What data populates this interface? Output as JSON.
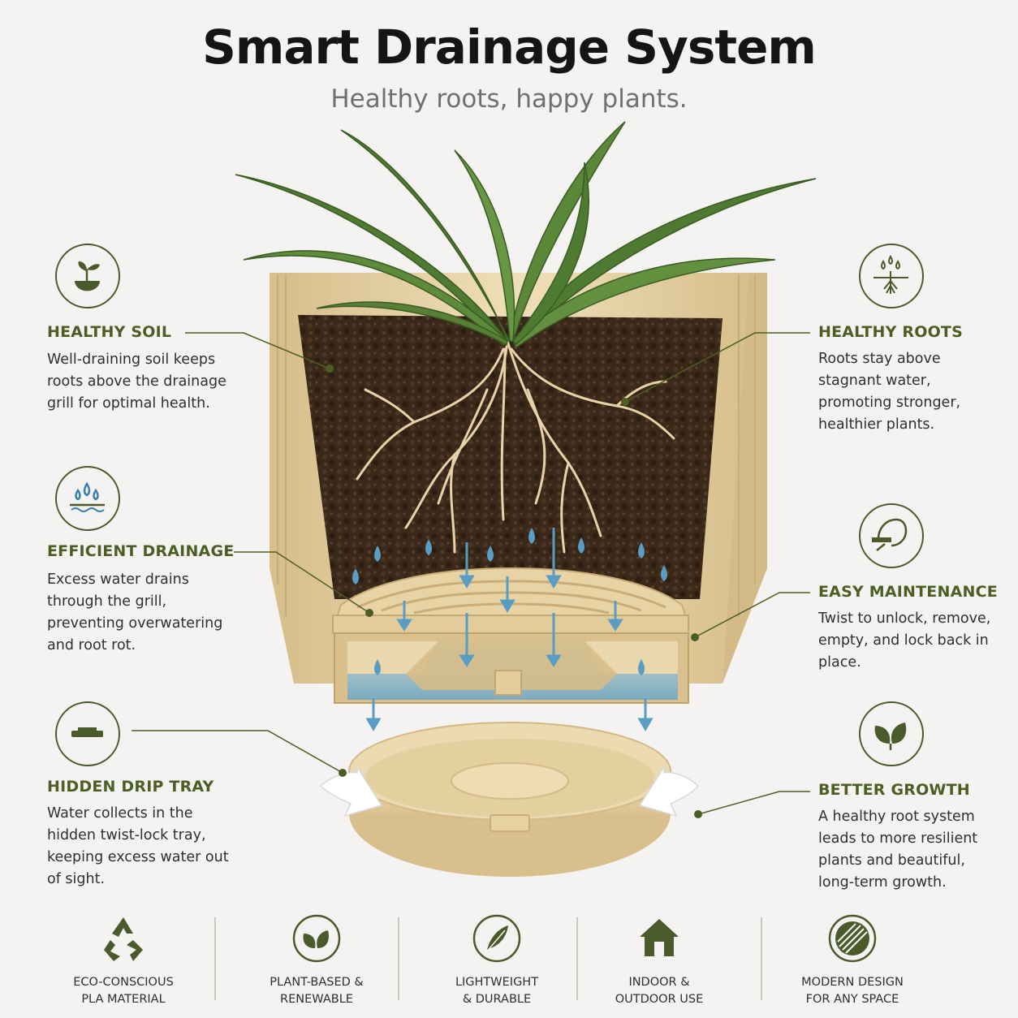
{
  "header": {
    "title": "Smart Drainage System",
    "subtitle": "Healthy roots, happy plants."
  },
  "features_left": [
    {
      "icon": "seedling-bowl-icon",
      "title": "HEALTHY SOIL",
      "text": "Well-draining soil keeps roots above the drainage grill for optimal health."
    },
    {
      "icon": "water-drops-icon",
      "title": "EFFICIENT DRAINAGE",
      "text": "Excess water drains through the grill, preventing overwatering and root rot."
    },
    {
      "icon": "drip-tray-icon",
      "title": "HIDDEN DRIP TRAY",
      "text": "Water collects in the hidden twist-lock tray, keeping excess water out of sight."
    }
  ],
  "features_right": [
    {
      "icon": "drops-roots-icon",
      "title": "HEALTHY ROOTS",
      "text": "Roots stay above stagnant water, promoting stronger, healthier plants."
    },
    {
      "icon": "hand-twist-icon",
      "title": "EASY MAINTENANCE",
      "text": "Twist to unlock, remove, empty, and lock back in place."
    },
    {
      "icon": "leaves-icon",
      "title": "BETTER GROWTH",
      "text": "A healthy root system leads to more resilient plants and beautiful, long-term growth."
    }
  ],
  "bottom_bar": [
    {
      "icon": "recycle-icon",
      "label": "ECO-CONSCIOUS\nPLA MATERIAL"
    },
    {
      "icon": "leaves-circle-icon",
      "label": "PLANT-BASED &\nRENEWABLE"
    },
    {
      "icon": "feather-icon",
      "label": "LIGHTWEIGHT\n& DURABLE"
    },
    {
      "icon": "house-icon",
      "label": "INDOOR &\nOUTDOOR USE"
    },
    {
      "icon": "stripes-circle-icon",
      "label": "MODERN DESIGN\nFOR ANY SPACE"
    }
  ],
  "colors": {
    "accent_green": "#4c5e23",
    "planter_beige": "#e6d3a8",
    "soil_brown": "#3b2a1e",
    "water_blue": "#6aa6c8"
  }
}
